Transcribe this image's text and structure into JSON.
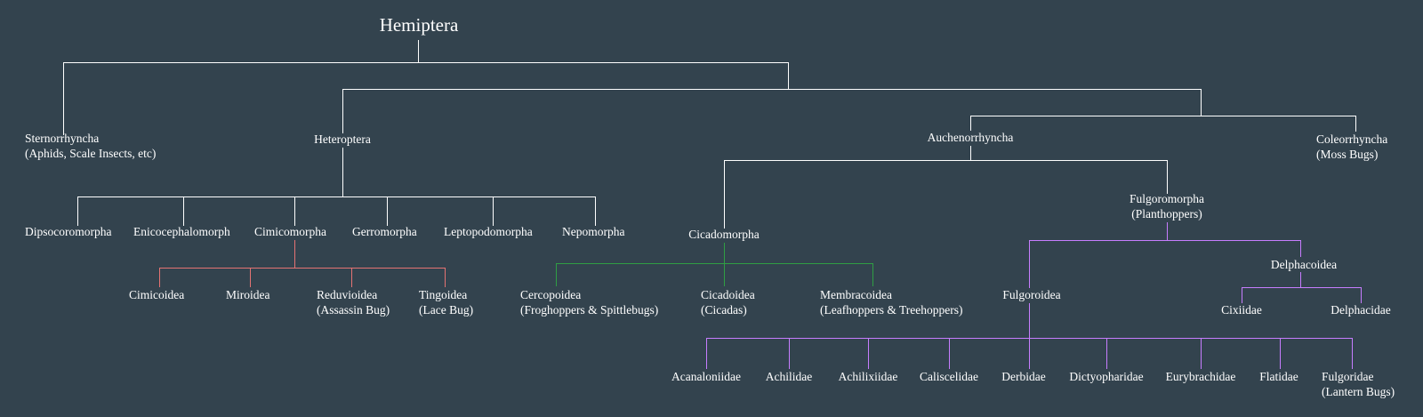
{
  "colors": {
    "background": "#33434e",
    "text": "#ffffff",
    "edge_main": "#ffffff",
    "edge_cimicomorpha": "#e57373",
    "edge_cicadomorpha": "#2f9e44",
    "edge_fulgoromorpha": "#c77dff"
  },
  "nodes": {
    "hemiptera": "Hemiptera",
    "sternorrhyncha": "Sternorrhyncha",
    "sternorrhyncha_sub": "(Aphids, Scale Insects, etc)",
    "heteroptera": "Heteroptera",
    "auchenorrhyncha": "Auchenorrhyncha",
    "coleorrhyncha": "Coleorrhyncha",
    "coleorrhyncha_sub": "(Moss Bugs)",
    "dipsocoromorpha": "Dipsocoromorpha",
    "enicocephalomorph": "Enicocephalomorph",
    "cimicomorpha": "Cimicomorpha",
    "gerromorpha": "Gerromorpha",
    "leptopodomorpha": "Leptopodomorpha",
    "nepomorpha": "Nepomorpha",
    "cimicoidea": "Cimicoidea",
    "miroidea": "Miroidea",
    "reduvioidea": "Reduvioidea",
    "reduvioidea_sub": "(Assassin Bug)",
    "tingoidea": "Tingoidea",
    "tingoidea_sub": "(Lace Bug)",
    "cicadomorpha": "Cicadomorpha",
    "cercopoidea": "Cercopoidea",
    "cercopoidea_sub": "(Froghoppers & Spittlebugs)",
    "cicadoidea": "Cicadoidea",
    "cicadoidea_sub": "(Cicadas)",
    "membracoidea": "Membracoidea",
    "membracoidea_sub": "(Leafhoppers & Treehoppers)",
    "fulgoromorpha": "Fulgoromorpha",
    "fulgoromorpha_sub": "(Planthoppers)",
    "fulgoroidea": "Fulgoroidea",
    "delphacoidea": "Delphacoidea",
    "cixiidae": "Cixiidae",
    "delphacidae": "Delphacidae",
    "acanaloniidae": "Acanaloniidae",
    "achilidae": "Achilidae",
    "achilixiidae": "Achilixiidae",
    "caliscelidae": "Caliscelidae",
    "derbidae": "Derbidae",
    "dictyopharidae": "Dictyopharidae",
    "eurybrachidae": "Eurybrachidae",
    "flatidae": "Flatidae",
    "fulgoridae": "Fulgoridae",
    "fulgoridae_sub": "(Lantern Bugs)"
  }
}
